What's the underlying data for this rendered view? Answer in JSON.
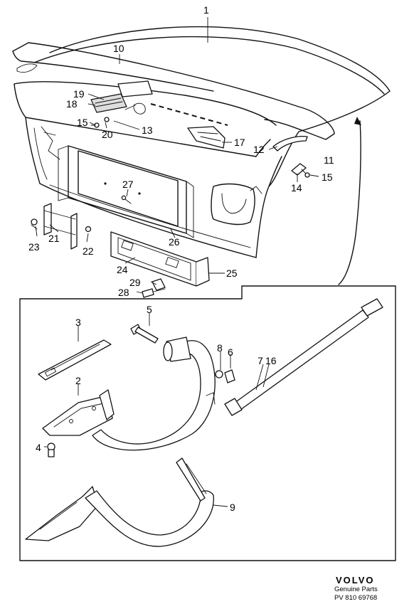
{
  "callouts": [
    "1",
    "10",
    "19",
    "18",
    "15",
    "20",
    "13",
    "17",
    "12",
    "11",
    "14",
    "15",
    "27",
    "26",
    "23",
    "21",
    "22",
    "24",
    "25",
    "29",
    "28",
    "5",
    "3",
    "2",
    "4",
    "8",
    "6",
    "7",
    "16",
    "9"
  ],
  "footer": {
    "brand": "VOLVO",
    "line1": "Genuine Parts",
    "line2": "PV 810 69768"
  }
}
